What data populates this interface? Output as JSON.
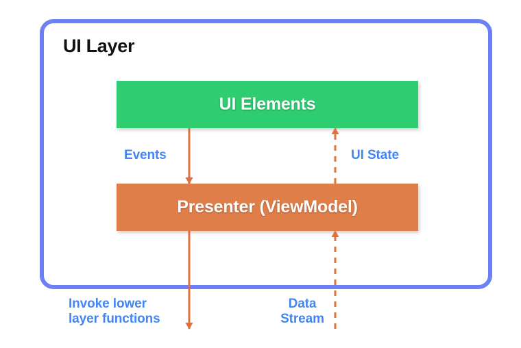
{
  "diagram": {
    "title": "UI Layer",
    "type": "architecture-layer-diagram",
    "colors": {
      "container_border": "#6c80f5",
      "ui_elements_box": "#2ecd72",
      "presenter_box": "#e07e4a",
      "arrow": "#e0713c",
      "label_text": "#4285f4",
      "title_text": "#111111",
      "box_text": "#ffffff",
      "background": "#ffffff"
    },
    "nodes": [
      {
        "id": "ui-elements",
        "label": "UI Elements",
        "color": "#2ecd72"
      },
      {
        "id": "presenter",
        "label": "Presenter (ViewModel)",
        "color": "#e07e4a"
      }
    ],
    "edges": [
      {
        "id": "events",
        "label": "Events",
        "from": "ui-elements",
        "to": "presenter",
        "style": "solid",
        "direction": "down"
      },
      {
        "id": "ui-state",
        "label": "UI State",
        "from": "presenter",
        "to": "ui-elements",
        "style": "dashed",
        "direction": "up"
      },
      {
        "id": "invoke-lower-layer-functions",
        "label_line1": "Invoke lower",
        "label_line2": "layer functions",
        "from": "presenter",
        "to": "lower-layer",
        "style": "solid",
        "direction": "down"
      },
      {
        "id": "data-stream",
        "label_line1": "Data",
        "label_line2": "Stream",
        "from": "lower-layer",
        "to": "presenter",
        "style": "dashed",
        "direction": "up"
      }
    ]
  }
}
